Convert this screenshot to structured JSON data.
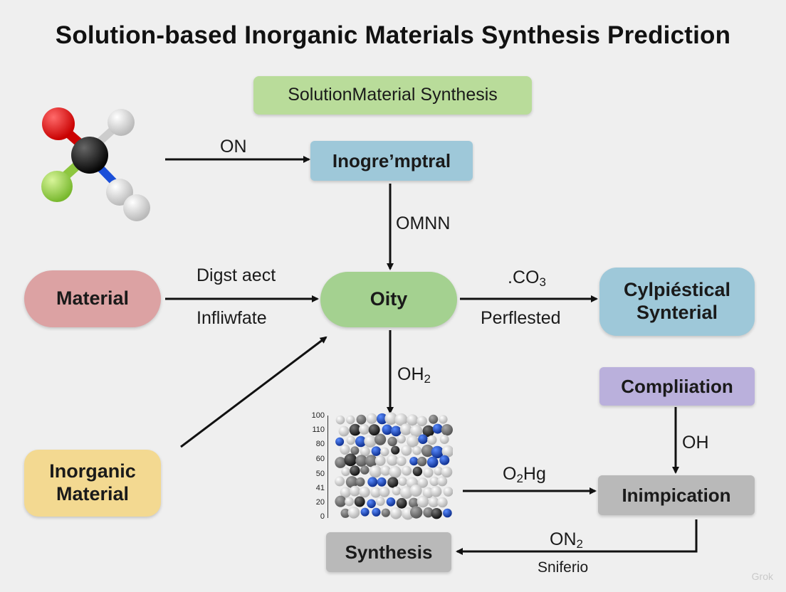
{
  "title": "Solution-based Inorganic Materials Synthesis Prediction",
  "header_box": "SolutionMaterial Synthesis",
  "nodes": {
    "inogremptral": "Inogreʼmptral",
    "material": "Material",
    "oity": "Oity",
    "cylpiestical_line1": "Cylpiéstical",
    "cylpiestical_line2": "Synterial",
    "compliiation": "Compliiation",
    "inorganic_line1": "Inorganic",
    "inorganic_line2": "Material",
    "inimpication": "Inimpication",
    "synthesis": "Synthesis"
  },
  "labels": {
    "on": "ON",
    "omnn": "OMNN",
    "digst_aect": "Digst aect",
    "infliwfate": "Infliwfate",
    "co3_main": ".CO",
    "co3_sub": "3",
    "perflested": "Perflested",
    "oh2_main": "OH",
    "oh2_sub": "2",
    "oh": "OH",
    "o2hg_pre": "O",
    "o2hg_sub": "2",
    "o2hg_post": "Hg",
    "on2_main": "ON",
    "on2_sub": "2",
    "sniferio": "Sniferio"
  },
  "axis_ticks": [
    "100",
    "110",
    "80",
    "60",
    "50",
    "41",
    "20",
    "0"
  ],
  "watermark": "Grok",
  "colors": {
    "background": "#efefef",
    "green": "#b9dc9a",
    "blue": "#9ec8d9",
    "pink": "#dca2a3",
    "oity_green": "#a4d190",
    "lavender": "#bab0dc",
    "yellow": "#f3d991",
    "gray": "#b9b9b9",
    "arrow": "#111111"
  }
}
